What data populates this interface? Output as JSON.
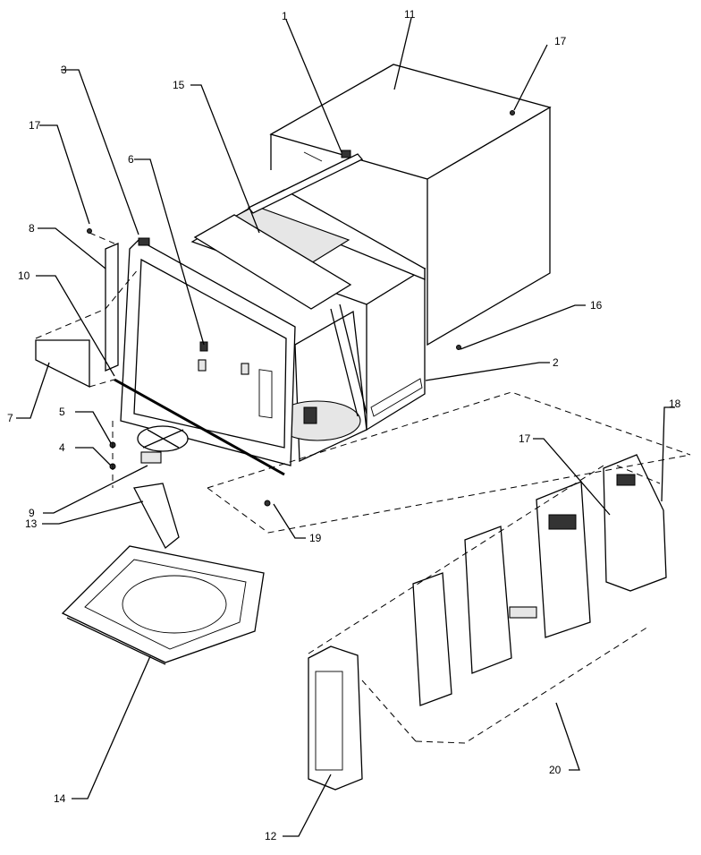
{
  "diagram": {
    "callouts": [
      {
        "id": "c1",
        "text": "1"
      },
      {
        "id": "c11",
        "text": "11"
      },
      {
        "id": "c17a",
        "text": "17"
      },
      {
        "id": "c3",
        "text": "3"
      },
      {
        "id": "c15",
        "text": "15"
      },
      {
        "id": "c17b",
        "text": "17"
      },
      {
        "id": "c6",
        "text": "6"
      },
      {
        "id": "c8",
        "text": "8"
      },
      {
        "id": "c10",
        "text": "10"
      },
      {
        "id": "c16",
        "text": "16"
      },
      {
        "id": "c2",
        "text": "2"
      },
      {
        "id": "c7",
        "text": "7"
      },
      {
        "id": "c5",
        "text": "5"
      },
      {
        "id": "c18",
        "text": "18"
      },
      {
        "id": "c17c",
        "text": "17"
      },
      {
        "id": "c4",
        "text": "4"
      },
      {
        "id": "c9",
        "text": "9"
      },
      {
        "id": "c19",
        "text": "19"
      },
      {
        "id": "c13",
        "text": "13"
      },
      {
        "id": "c14",
        "text": "14"
      },
      {
        "id": "c20",
        "text": "20"
      },
      {
        "id": "c12",
        "text": "12"
      }
    ]
  }
}
